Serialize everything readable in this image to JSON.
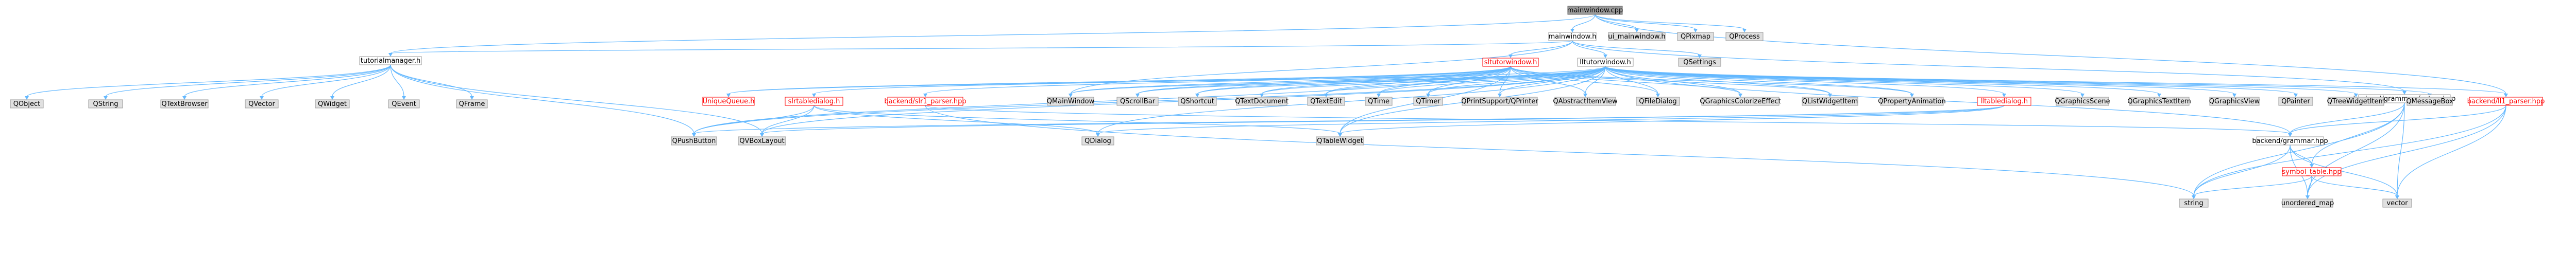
{
  "nodes": [
    {
      "id": "mainwindow_cpp",
      "label": "mainwindow.cpp",
      "kind": "root"
    },
    {
      "id": "mainwindow_h",
      "label": "mainwindow.h",
      "kind": "file"
    },
    {
      "id": "ui_mainwindow_h",
      "label": "ui_mainwindow.h",
      "kind": "leaf"
    },
    {
      "id": "QPixmap",
      "label": "QPixmap",
      "kind": "leaf"
    },
    {
      "id": "QProcess",
      "label": "QProcess",
      "kind": "leaf"
    },
    {
      "id": "tutorialmanager_h",
      "label": "tutorialmanager.h",
      "kind": "file"
    },
    {
      "id": "sltutorwindow_h",
      "label": "sltutorwindow.h",
      "kind": "red"
    },
    {
      "id": "lltutorwindow_h",
      "label": "lltutorwindow.h",
      "kind": "file"
    },
    {
      "id": "QSettings",
      "label": "QSettings",
      "kind": "leaf"
    },
    {
      "id": "backend_grammar_factory_hpp",
      "label": "backend/grammar_factory.hpp",
      "kind": "file"
    },
    {
      "id": "QObject",
      "label": "QObject",
      "kind": "leaf"
    },
    {
      "id": "QString",
      "label": "QString",
      "kind": "leaf"
    },
    {
      "id": "QTextBrowser",
      "label": "QTextBrowser",
      "kind": "leaf"
    },
    {
      "id": "QVector",
      "label": "QVector",
      "kind": "leaf"
    },
    {
      "id": "QWidget",
      "label": "QWidget",
      "kind": "leaf"
    },
    {
      "id": "QEvent",
      "label": "QEvent",
      "kind": "leaf"
    },
    {
      "id": "QFrame",
      "label": "QFrame",
      "kind": "leaf"
    },
    {
      "id": "UniqueQueue_h",
      "label": "UniqueQueue.h",
      "kind": "red"
    },
    {
      "id": "slrtabledialog_h",
      "label": "slrtabledialog.h",
      "kind": "red"
    },
    {
      "id": "backend_slr1_parser_hpp",
      "label": "backend/slr1_parser.hpp",
      "kind": "red"
    },
    {
      "id": "QMainWindow",
      "label": "QMainWindow",
      "kind": "leaf"
    },
    {
      "id": "QScrollBar",
      "label": "QScrollBar",
      "kind": "leaf"
    },
    {
      "id": "QShortcut",
      "label": "QShortcut",
      "kind": "leaf"
    },
    {
      "id": "QTextDocument",
      "label": "QTextDocument",
      "kind": "leaf"
    },
    {
      "id": "QTextEdit",
      "label": "QTextEdit",
      "kind": "leaf"
    },
    {
      "id": "QTime",
      "label": "QTime",
      "kind": "leaf"
    },
    {
      "id": "QTimer",
      "label": "QTimer",
      "kind": "leaf"
    },
    {
      "id": "QPrintSupport_QPrinter",
      "label": "QPrintSupport/QPrinter",
      "kind": "leaf"
    },
    {
      "id": "QAbstractItemView",
      "label": "QAbstractItemView",
      "kind": "leaf"
    },
    {
      "id": "QFileDialog",
      "label": "QFileDialog",
      "kind": "leaf"
    },
    {
      "id": "QGraphicsColorizeEffect",
      "label": "QGraphicsColorizeEffect",
      "kind": "leaf"
    },
    {
      "id": "QListWidgetItem",
      "label": "QListWidgetItem",
      "kind": "leaf"
    },
    {
      "id": "QPropertyAnimation",
      "label": "QPropertyAnimation",
      "kind": "leaf"
    },
    {
      "id": "lltabledialog_h",
      "label": "lltabledialog.h",
      "kind": "red"
    },
    {
      "id": "QGraphicsScene",
      "label": "QGraphicsScene",
      "kind": "leaf"
    },
    {
      "id": "QGraphicsTextItem",
      "label": "QGraphicsTextItem",
      "kind": "leaf"
    },
    {
      "id": "QGraphicsView",
      "label": "QGraphicsView",
      "kind": "leaf"
    },
    {
      "id": "QPainter",
      "label": "QPainter",
      "kind": "leaf"
    },
    {
      "id": "QTreeWidgetItem",
      "label": "QTreeWidgetItem",
      "kind": "leaf"
    },
    {
      "id": "QMessageBox",
      "label": "QMessageBox",
      "kind": "leaf"
    },
    {
      "id": "backend_ll1_parser_hpp",
      "label": "backend/ll1_parser.hpp",
      "kind": "red"
    },
    {
      "id": "QPushButton",
      "label": "QPushButton",
      "kind": "leaf"
    },
    {
      "id": "QVBoxLayout",
      "label": "QVBoxLayout",
      "kind": "leaf"
    },
    {
      "id": "QDialog",
      "label": "QDialog",
      "kind": "leaf"
    },
    {
      "id": "QTableWidget",
      "label": "QTableWidget",
      "kind": "leaf"
    },
    {
      "id": "backend_grammar_hpp",
      "label": "backend/grammar.hpp",
      "kind": "file"
    },
    {
      "id": "symbol_table_hpp",
      "label": "symbol_table.hpp",
      "kind": "red"
    },
    {
      "id": "string",
      "label": "string",
      "kind": "leaf"
    },
    {
      "id": "unordered_map",
      "label": "unordered_map",
      "kind": "leaf"
    },
    {
      "id": "vector",
      "label": "vector",
      "kind": "leaf"
    }
  ],
  "edges": [
    [
      "mainwindow_cpp",
      "mainwindow_h"
    ],
    [
      "mainwindow_cpp",
      "ui_mainwindow_h"
    ],
    [
      "mainwindow_cpp",
      "QPixmap"
    ],
    [
      "mainwindow_cpp",
      "QProcess"
    ],
    [
      "mainwindow_cpp",
      "tutorialmanager_h"
    ],
    [
      "mainwindow_cpp",
      "backend_ll1_parser_hpp"
    ],
    [
      "mainwindow_h",
      "tutorialmanager_h"
    ],
    [
      "mainwindow_h",
      "sltutorwindow_h"
    ],
    [
      "mainwindow_h",
      "lltutorwindow_h"
    ],
    [
      "mainwindow_h",
      "QSettings"
    ],
    [
      "mainwindow_h",
      "backend_grammar_factory_hpp"
    ],
    [
      "mainwindow_h",
      "QMainWindow"
    ],
    [
      "tutorialmanager_h",
      "QObject"
    ],
    [
      "tutorialmanager_h",
      "QString"
    ],
    [
      "tutorialmanager_h",
      "QTextBrowser"
    ],
    [
      "tutorialmanager_h",
      "QVector"
    ],
    [
      "tutorialmanager_h",
      "QWidget"
    ],
    [
      "tutorialmanager_h",
      "QEvent"
    ],
    [
      "tutorialmanager_h",
      "QFrame"
    ],
    [
      "tutorialmanager_h",
      "QPushButton"
    ],
    [
      "tutorialmanager_h",
      "QVBoxLayout"
    ],
    [
      "sltutorwindow_h",
      "UniqueQueue_h"
    ],
    [
      "sltutorwindow_h",
      "slrtabledialog_h"
    ],
    [
      "sltutorwindow_h",
      "backend_slr1_parser_hpp"
    ],
    [
      "sltutorwindow_h",
      "QMainWindow"
    ],
    [
      "sltutorwindow_h",
      "QScrollBar"
    ],
    [
      "sltutorwindow_h",
      "QShortcut"
    ],
    [
      "sltutorwindow_h",
      "QTextDocument"
    ],
    [
      "sltutorwindow_h",
      "QTextEdit"
    ],
    [
      "sltutorwindow_h",
      "QTime"
    ],
    [
      "sltutorwindow_h",
      "QTimer"
    ],
    [
      "sltutorwindow_h",
      "QPrintSupport_QPrinter"
    ],
    [
      "sltutorwindow_h",
      "QAbstractItemView"
    ],
    [
      "sltutorwindow_h",
      "QFileDialog"
    ],
    [
      "sltutorwindow_h",
      "QGraphicsColorizeEffect"
    ],
    [
      "sltutorwindow_h",
      "QListWidgetItem"
    ],
    [
      "sltutorwindow_h",
      "QPropertyAnimation"
    ],
    [
      "sltutorwindow_h",
      "QPushButton"
    ],
    [
      "sltutorwindow_h",
      "QTableWidget"
    ],
    [
      "lltutorwindow_h",
      "QMainWindow"
    ],
    [
      "lltutorwindow_h",
      "QScrollBar"
    ],
    [
      "lltutorwindow_h",
      "QShortcut"
    ],
    [
      "lltutorwindow_h",
      "QTextDocument"
    ],
    [
      "lltutorwindow_h",
      "QTextEdit"
    ],
    [
      "lltutorwindow_h",
      "QTime"
    ],
    [
      "lltutorwindow_h",
      "QTimer"
    ],
    [
      "lltutorwindow_h",
      "QPrintSupport_QPrinter"
    ],
    [
      "lltutorwindow_h",
      "QAbstractItemView"
    ],
    [
      "lltutorwindow_h",
      "QFileDialog"
    ],
    [
      "lltutorwindow_h",
      "QGraphicsColorizeEffect"
    ],
    [
      "lltutorwindow_h",
      "QListWidgetItem"
    ],
    [
      "lltutorwindow_h",
      "QPropertyAnimation"
    ],
    [
      "lltutorwindow_h",
      "lltabledialog_h"
    ],
    [
      "lltutorwindow_h",
      "QGraphicsScene"
    ],
    [
      "lltutorwindow_h",
      "QGraphicsTextItem"
    ],
    [
      "lltutorwindow_h",
      "QGraphicsView"
    ],
    [
      "lltutorwindow_h",
      "QPainter"
    ],
    [
      "lltutorwindow_h",
      "QTreeWidgetItem"
    ],
    [
      "lltutorwindow_h",
      "QMessageBox"
    ],
    [
      "lltutorwindow_h",
      "backend_ll1_parser_hpp"
    ],
    [
      "lltutorwindow_h",
      "UniqueQueue_h"
    ],
    [
      "lltutorwindow_h",
      "QPushButton"
    ],
    [
      "lltutorwindow_h",
      "QVBoxLayout"
    ],
    [
      "lltutorwindow_h",
      "QDialog"
    ],
    [
      "lltutorwindow_h",
      "QTableWidget"
    ],
    [
      "lltutorwindow_h",
      "backend_grammar_hpp"
    ],
    [
      "slrtabledialog_h",
      "QPushButton"
    ],
    [
      "slrtabledialog_h",
      "QVBoxLayout"
    ],
    [
      "slrtabledialog_h",
      "QDialog"
    ],
    [
      "slrtabledialog_h",
      "QTableWidget"
    ],
    [
      "backend_slr1_parser_hpp",
      "backend_grammar_hpp"
    ],
    [
      "backend_slr1_parser_hpp",
      "string"
    ],
    [
      "lltabledialog_h",
      "QPushButton"
    ],
    [
      "lltabledialog_h",
      "QVBoxLayout"
    ],
    [
      "lltabledialog_h",
      "QDialog"
    ],
    [
      "lltabledialog_h",
      "QTableWidget"
    ],
    [
      "backend_ll1_parser_hpp",
      "backend_grammar_hpp"
    ],
    [
      "backend_ll1_parser_hpp",
      "string"
    ],
    [
      "backend_ll1_parser_hpp",
      "unordered_map"
    ],
    [
      "backend_ll1_parser_hpp",
      "vector"
    ],
    [
      "backend_grammar_factory_hpp",
      "backend_grammar_hpp"
    ],
    [
      "backend_grammar_factory_hpp",
      "symbol_table_hpp"
    ],
    [
      "backend_grammar_factory_hpp",
      "string"
    ],
    [
      "backend_grammar_factory_hpp",
      "unordered_map"
    ],
    [
      "backend_grammar_factory_hpp",
      "vector"
    ],
    [
      "backend_grammar_hpp",
      "symbol_table_hpp"
    ],
    [
      "backend_grammar_hpp",
      "string"
    ],
    [
      "backend_grammar_hpp",
      "unordered_map"
    ],
    [
      "backend_grammar_hpp",
      "vector"
    ],
    [
      "symbol_table_hpp",
      "string"
    ],
    [
      "symbol_table_hpp",
      "unordered_map"
    ],
    [
      "symbol_table_hpp",
      "vector"
    ]
  ]
}
